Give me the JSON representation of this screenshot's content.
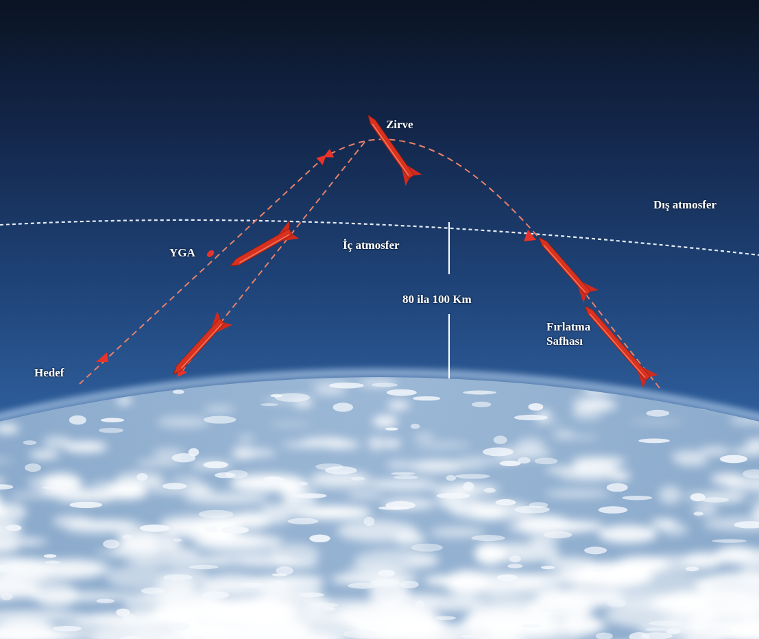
{
  "diagram": {
    "labels": [
      "Zirve",
      "Dış atmosfer",
      "YGA",
      "İç atmosfer",
      "80 ila 100 Km",
      "Fırlatma Safhası",
      "Hedef"
    ]
  }
}
